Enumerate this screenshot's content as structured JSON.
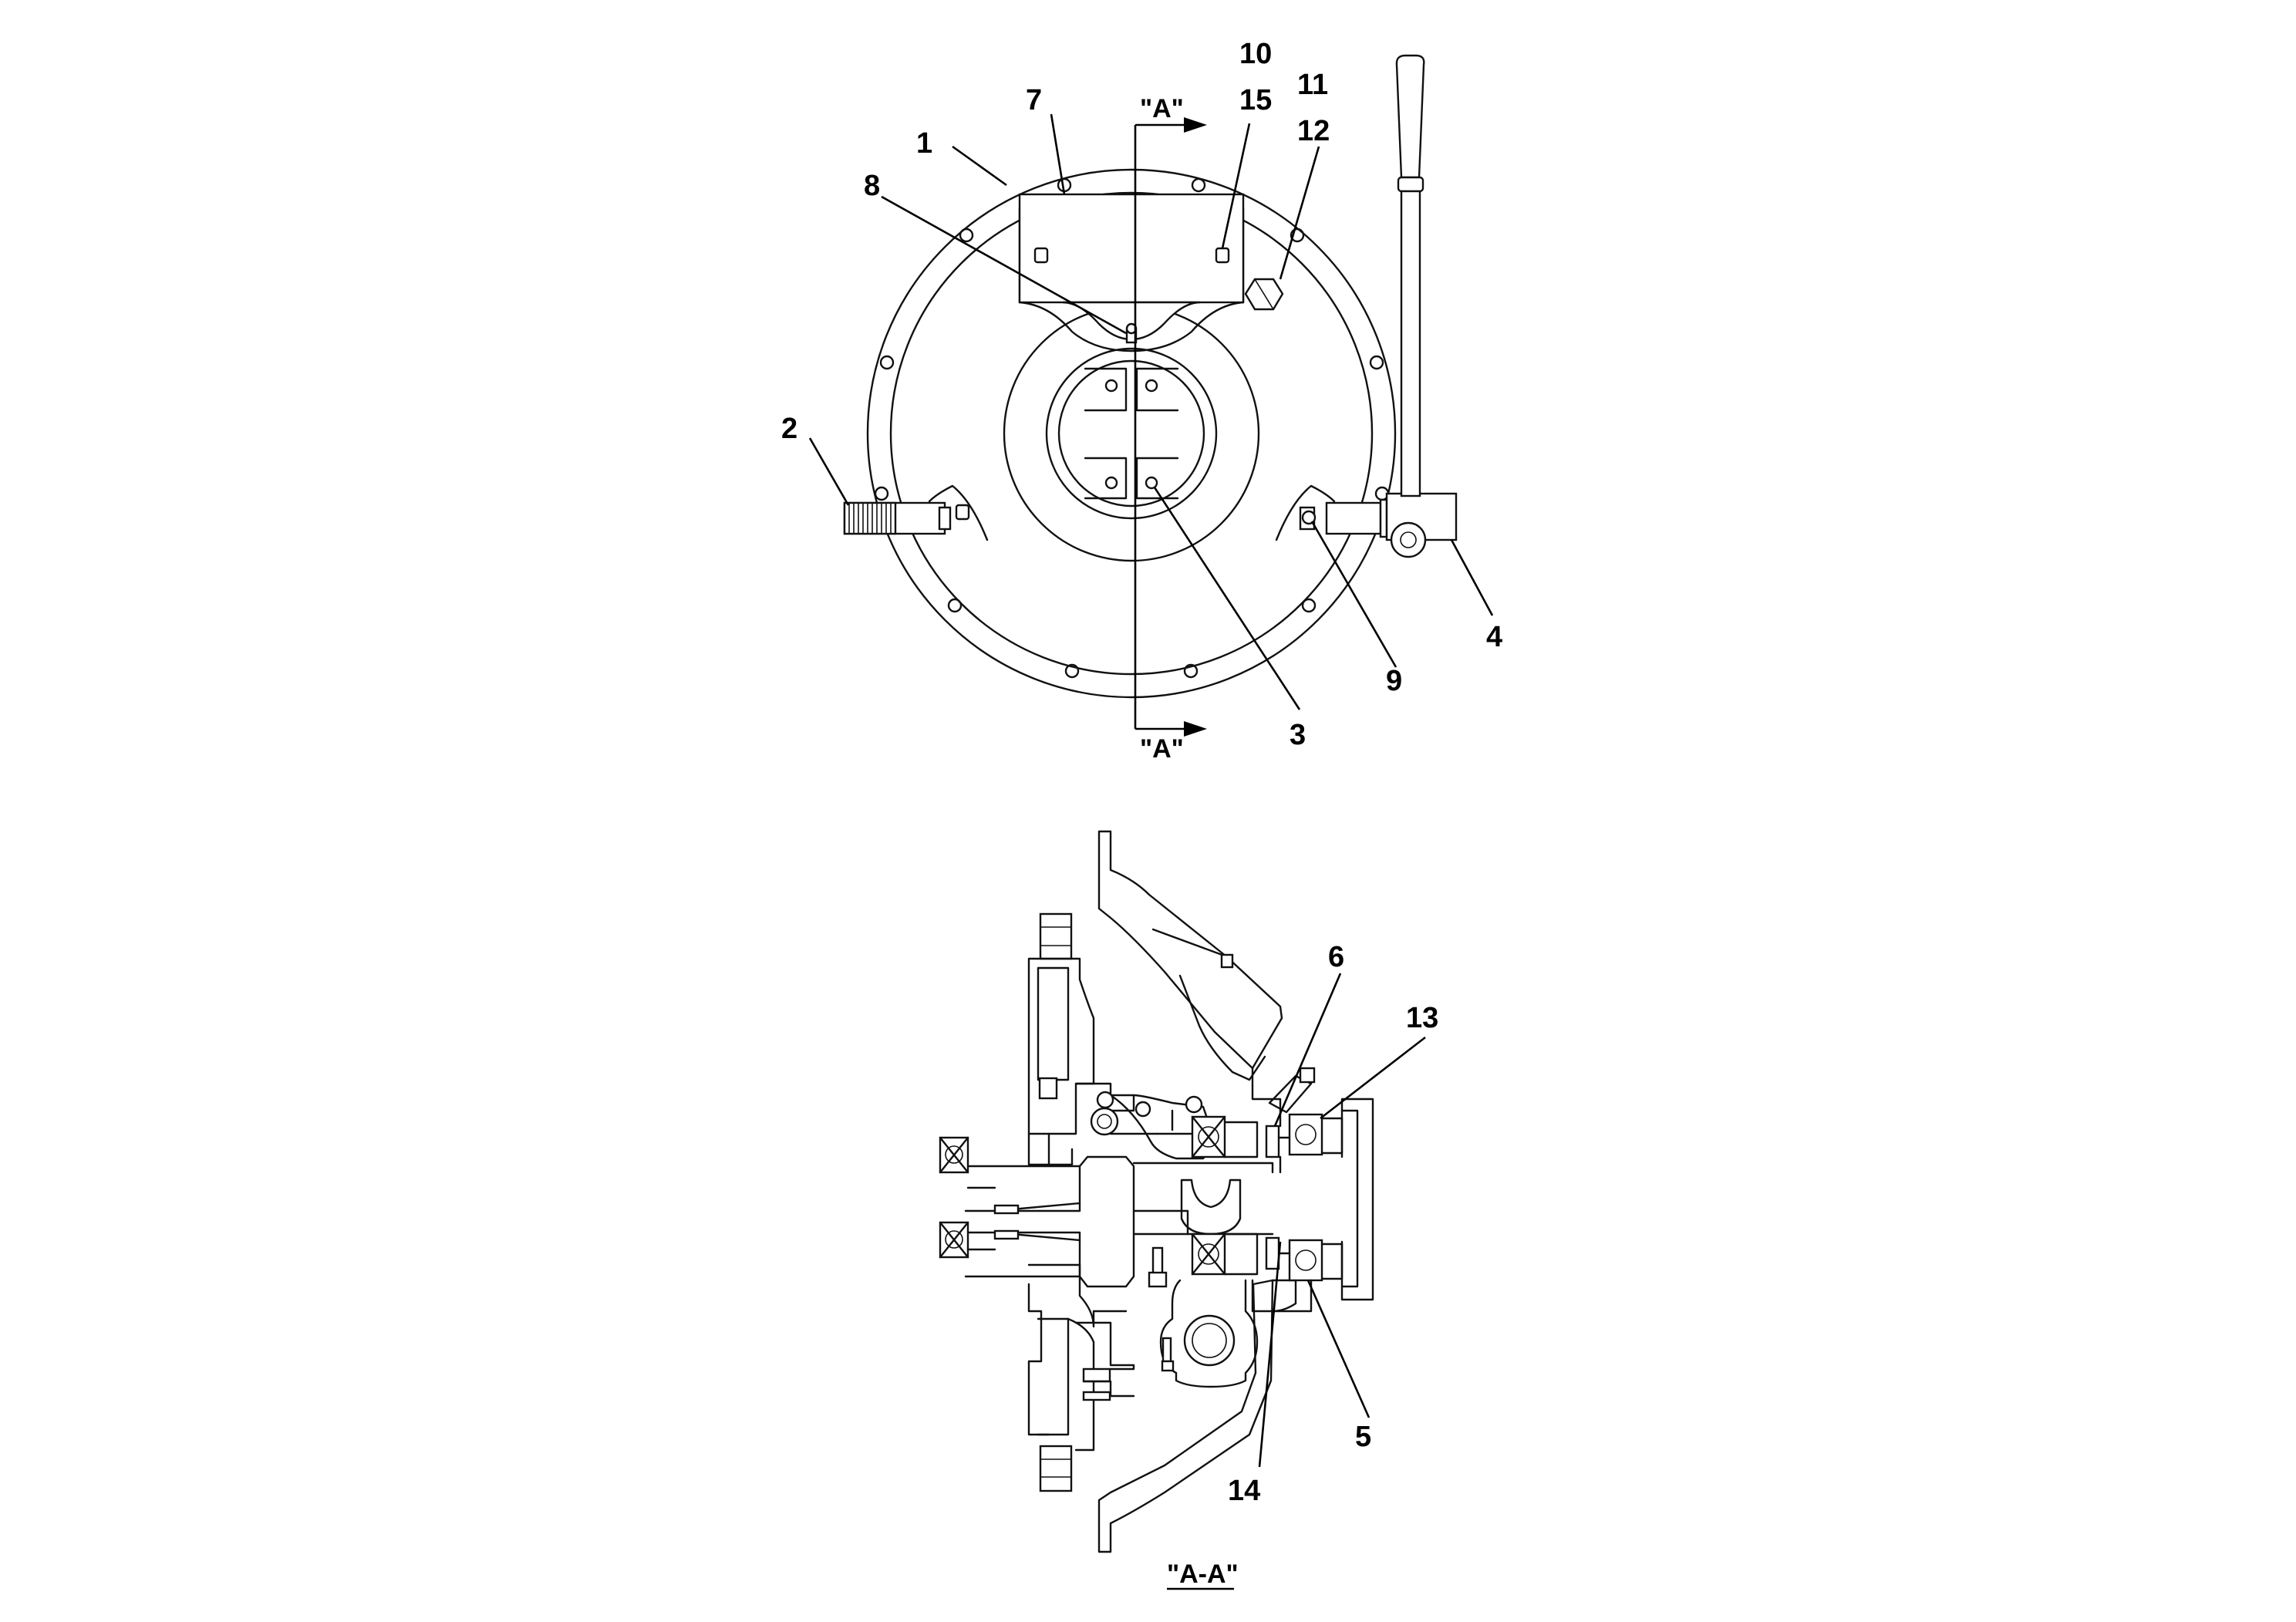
{
  "callouts": {
    "c1": "1",
    "c2": "2",
    "c3": "3",
    "c4": "4",
    "c5": "5",
    "c6": "6",
    "c7": "7",
    "c8": "8",
    "c9": "9",
    "c10": "10",
    "c11": "11",
    "c12": "12",
    "c13": "13",
    "c14": "14",
    "c15": "15"
  },
  "section_marker": {
    "top": "\"A\"",
    "bottom": "\"A\""
  },
  "section_view_label": "\"A-A\""
}
